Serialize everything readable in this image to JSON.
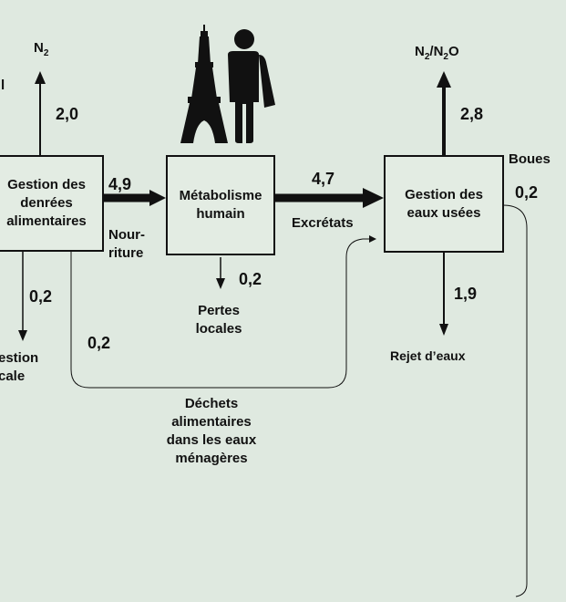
{
  "nodes": {
    "gestion_denrees": {
      "line1": "Gestion des",
      "line2": "denrées",
      "line3": "alimentaires"
    },
    "metabolisme": {
      "line1": "Métabolisme",
      "line2": "humain"
    },
    "gestion_eaux": {
      "line1": "Gestion des",
      "line2": "eaux usées"
    }
  },
  "flows": {
    "n2_out": {
      "label_main": "N",
      "label_sub": "2",
      "value": "2,0"
    },
    "n2_n2o_out": {
      "label_a": "N",
      "sub_a": "2",
      "label_b": "/N",
      "sub_b": "2",
      "label_c": "O",
      "value": "2,8"
    },
    "nourriture": {
      "value": "4,9",
      "line1": "Nour-",
      "line2": "riture"
    },
    "excretats": {
      "value": "4,7",
      "label": "Excrétats"
    },
    "boues": {
      "label": "Boues",
      "value": "0,2"
    },
    "gestion_locale": {
      "value": "0,2",
      "line1": "estion",
      "line2": "cale"
    },
    "pertes_locales": {
      "value": "0,2",
      "line1": "Pertes",
      "line2": "locales"
    },
    "rejet_eaux": {
      "value": "1,9",
      "label": "Rejet d’eaux"
    },
    "dechets": {
      "value": "0,2",
      "line1": "Déchets",
      "line2": "alimentaires",
      "line3": "dans les eaux",
      "line4": "ménagères"
    },
    "left_edge": {
      "label": "l"
    }
  },
  "colors": {
    "background": "#dfe9e0",
    "stroke": "#111111"
  }
}
